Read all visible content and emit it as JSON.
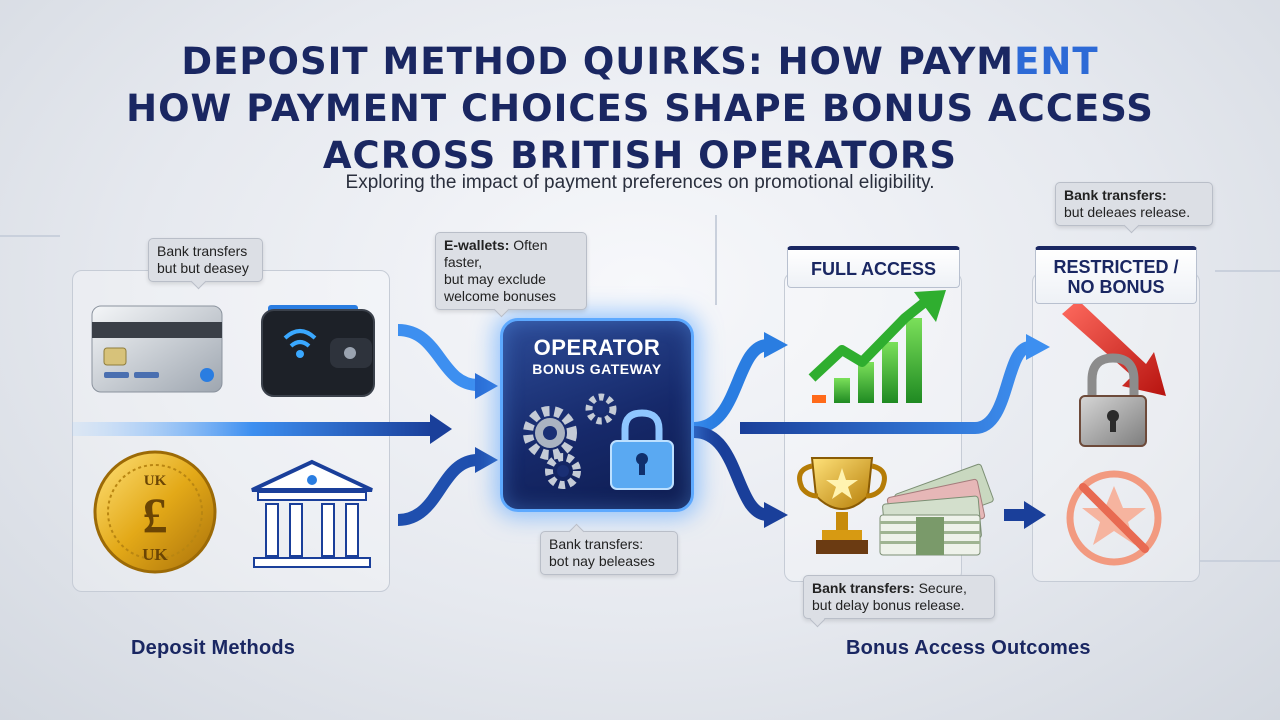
{
  "title": {
    "line1_main": "Deposit Method Quirks: How Paym",
    "line1_accent": "ent",
    "line2": "How Payment Choices Shape Bonus Access",
    "line3": "Across British Operators"
  },
  "subtitle": "Exploring the impact of payment preferences on promotional eligibility.",
  "callouts": {
    "bank_top_left": {
      "line1": "Bank transfers",
      "line2": "but but deasey"
    },
    "ewallets": {
      "bold": "E-wallets:",
      "line1_rest": " Often faster,",
      "line2": "but may exclude",
      "line3": "welcome bonuses"
    },
    "bank_gateway": {
      "line1": "Bank transfers:",
      "line2": "bot nay beleases"
    },
    "bank_outcome": {
      "bold": "Bank transfers:",
      "line1_rest": " Secure,",
      "line2": "but delay bonus release."
    },
    "bank_top_right": {
      "bold": "Bank transfers:",
      "line2": "but deleaes release."
    }
  },
  "gateway": {
    "title": "OPERATOR",
    "subtitle": "BONUS GATEWAY"
  },
  "badges": {
    "full_access": "FULL ACCESS",
    "restricted_line1": "RESTRICTED /",
    "restricted_line2": "NO BONUS"
  },
  "coin": {
    "top_text": "UK",
    "symbol": "£",
    "bottom_text": "UK"
  },
  "labels": {
    "deposit_methods": "Deposit Methods",
    "outcomes": "Bonus Access Outcomes"
  },
  "icons": {
    "card": "credit-card-icon",
    "wallet": "e-wallet-icon",
    "coin": "pound-coin-icon",
    "bank": "bank-building-icon",
    "gears": "gears-icon",
    "gateway_lock": "lock-icon",
    "growth": "growth-chart-icon",
    "trophy": "trophy-icon",
    "cash": "banknotes-icon",
    "padlock": "padlock-icon",
    "no_bonus": "no-star-icon"
  },
  "colors": {
    "navy": "#1a2762",
    "flow_blue": "#2a7de1",
    "glow": "#5da9ff",
    "green": "#34b234",
    "red": "#e0322b"
  }
}
